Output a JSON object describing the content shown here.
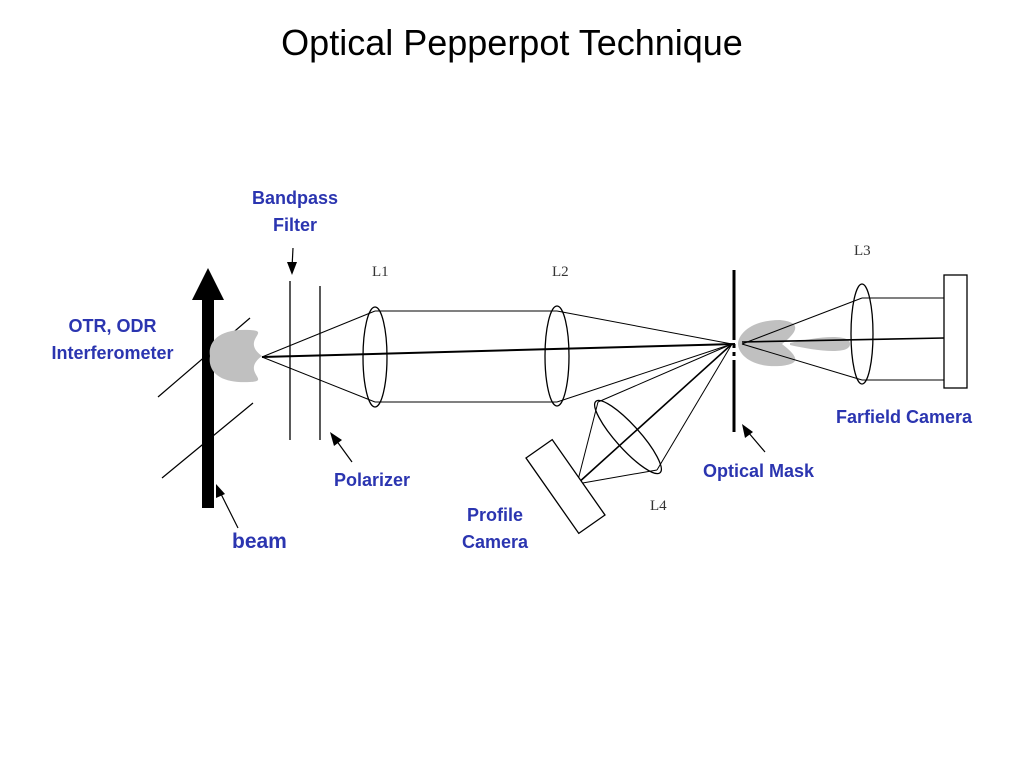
{
  "title": "Optical Pepperpot Technique",
  "labels": {
    "bandpass_filter": [
      "Bandpass",
      "Filter"
    ],
    "otr_odr": [
      "OTR, ODR",
      "Interferometer"
    ],
    "polarizer": "Polarizer",
    "profile_camera": [
      "Profile",
      "Camera"
    ],
    "optical_mask": "Optical Mask",
    "farfield_camera": "Farfield Camera",
    "beam": "beam"
  },
  "lenses": {
    "l1": "L1",
    "l2": "L2",
    "l3": "L3",
    "l4": "L4"
  },
  "colors": {
    "label": "#2b35b0",
    "light_spot": "#c0c0c0",
    "ink": "#000000"
  }
}
